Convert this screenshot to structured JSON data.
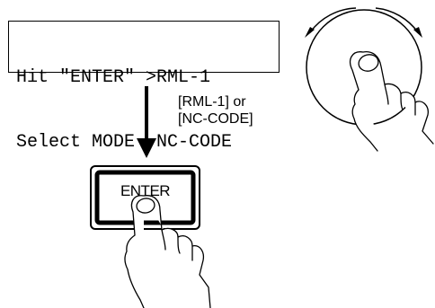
{
  "lcd": {
    "line1": "Hit \"ENTER\" >RML-1",
    "line2": "Select MODE  NC-CODE"
  },
  "caption": {
    "line1": "[RML-1] or",
    "line2": "[NC-CODE]"
  },
  "enter_key": {
    "label": "ENTER"
  },
  "icons": {
    "down_arrow": "down-arrow-icon",
    "dial": "rotary-dial-icon",
    "hand_press": "hand-pressing-icon",
    "hand_turn": "hand-turning-dial-icon"
  }
}
